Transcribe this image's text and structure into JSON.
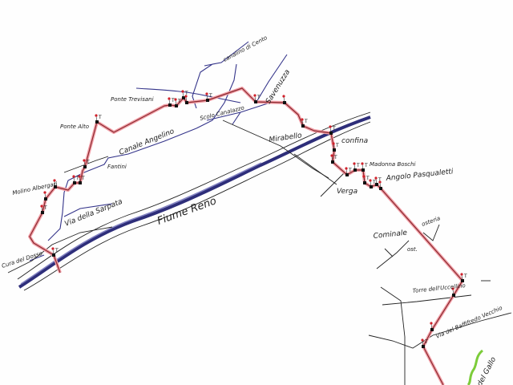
{
  "map": {
    "colors": {
      "route": "#e8848e",
      "river": "#2e2e7a",
      "canal": "#34348a",
      "road": "#222222",
      "green_path": "#7ccc3a",
      "tower_pin": "#d0202a"
    },
    "tower_label": "T",
    "places": {
      "canalino_di_cento": "canalino di Cento",
      "savenuzza": "Savenuzza",
      "ponte_trevisani": "Ponte Trevisani",
      "ponte_alto": "Ponte Alto",
      "scolo_canalazzo": "Scolo Canalazzo",
      "canale_angelino": "Canale Angelino",
      "fantini": "Fantini",
      "molino_albergari": "Molino Albergari",
      "via_della_sarpata": "Via della Sarpata",
      "fiume_reno": "Fiume Reno",
      "cura_del_dosso": "Cura del Dosso",
      "mirabello": "Mirabello",
      "confina": "confina",
      "madonna_boschi": "Madonna Boschi",
      "angolo_pasqualetti": "Angolo Pasqualetti",
      "verga": "Verga",
      "osteria": "osteria",
      "cominale": "Cominale",
      "ost": "ost.",
      "torre_uccellino": "Torre dell'Uccellino",
      "via_del_baffifredo_vecchio": "Via del Baffifredo Vecchio",
      "del_gallo": "del Gallo"
    }
  }
}
